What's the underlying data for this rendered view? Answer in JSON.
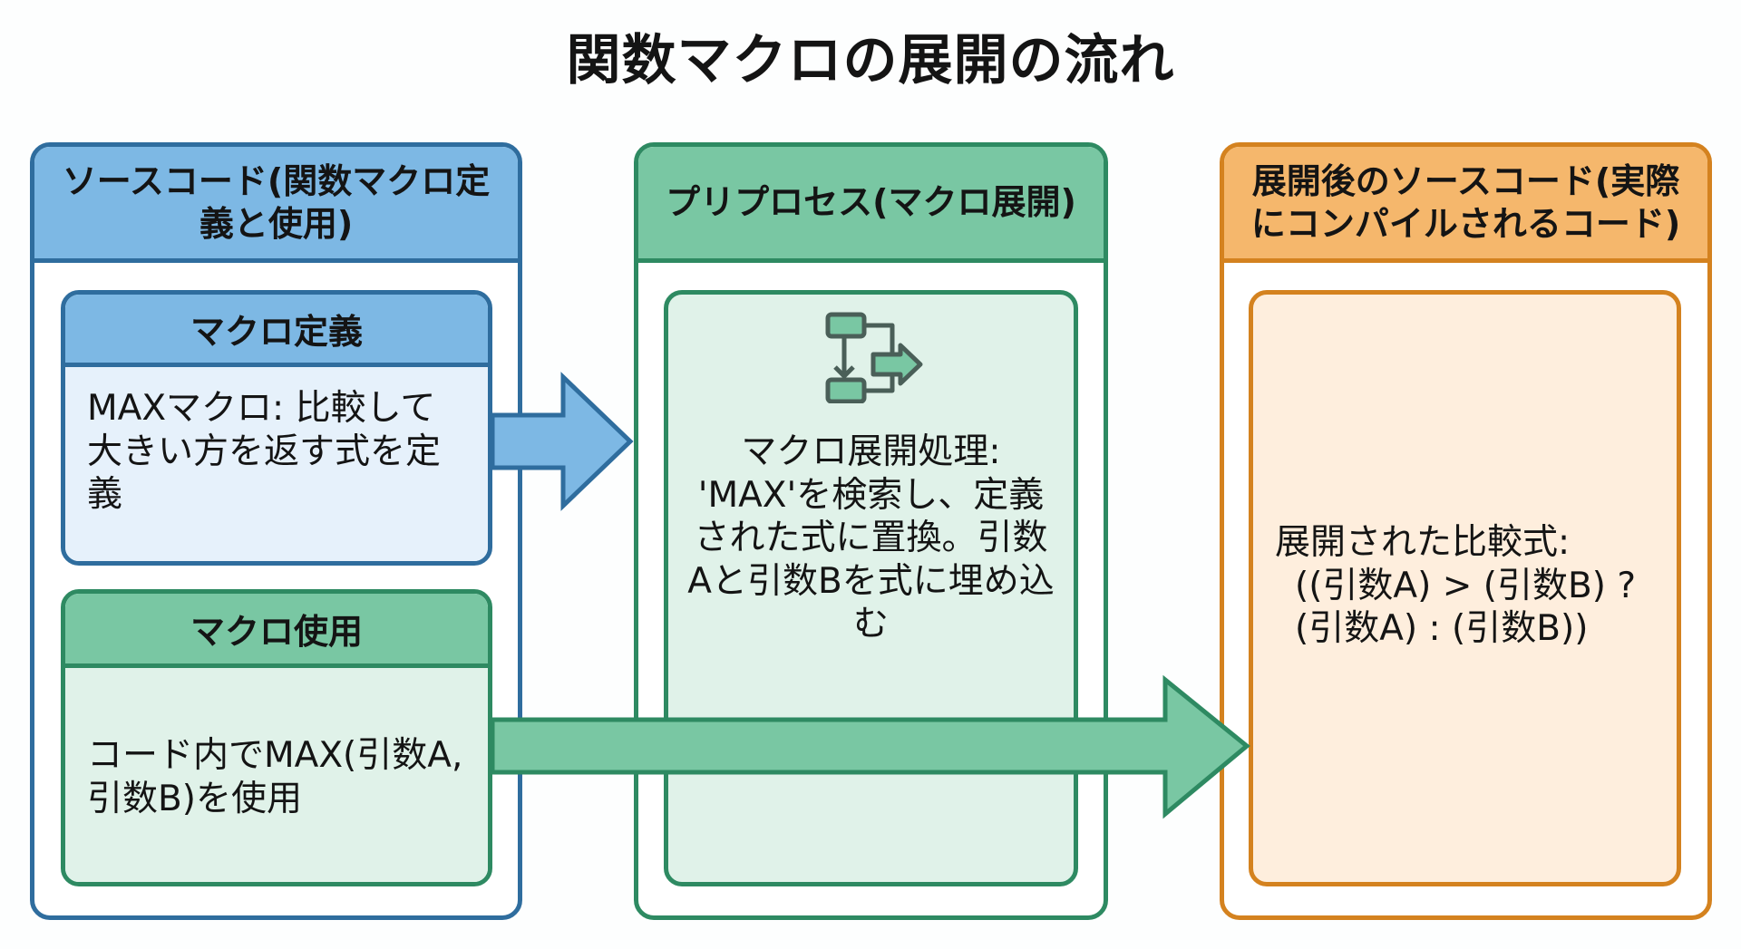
{
  "title": "関数マクロの展開の流れ",
  "colors": {
    "blue_border": "#2f6d9e",
    "blue_fill": "#7db8e4",
    "green_border": "#2e8a62",
    "green_fill": "#79c7a3",
    "orange_border": "#d4821f",
    "orange_fill": "#f5b76c"
  },
  "panels": {
    "source": {
      "header": "ソースコード(関数マクロ定義と使用)",
      "definition": {
        "header": "マクロ定義",
        "body": "MAXマクロ: 比較して大きい方を返す式を定義"
      },
      "usage": {
        "header": "マクロ使用",
        "body": "コード内でMAX(引数A, 引数B)を使用"
      }
    },
    "preprocess": {
      "header": "プリプロセス(マクロ展開)",
      "icon": "flowchart-icon",
      "body": "マクロ展開処理: 'MAX'を検索し、定義された式に置換。引数Aと引数Bを式に埋め込む"
    },
    "expanded": {
      "header": "展開後のソースコード(実際にコンパイルされるコード)",
      "body_label": "展開された比較式:",
      "body_line1": "((引数A) > (引数B) ?",
      "body_line2": "(引数A) : (引数B))"
    }
  },
  "arrows": [
    {
      "from": "マクロ定義",
      "to": "プリプロセス(マクロ展開)",
      "color": "blue"
    },
    {
      "from": "マクロ使用",
      "to": "展開後のソースコード",
      "color": "green"
    }
  ]
}
